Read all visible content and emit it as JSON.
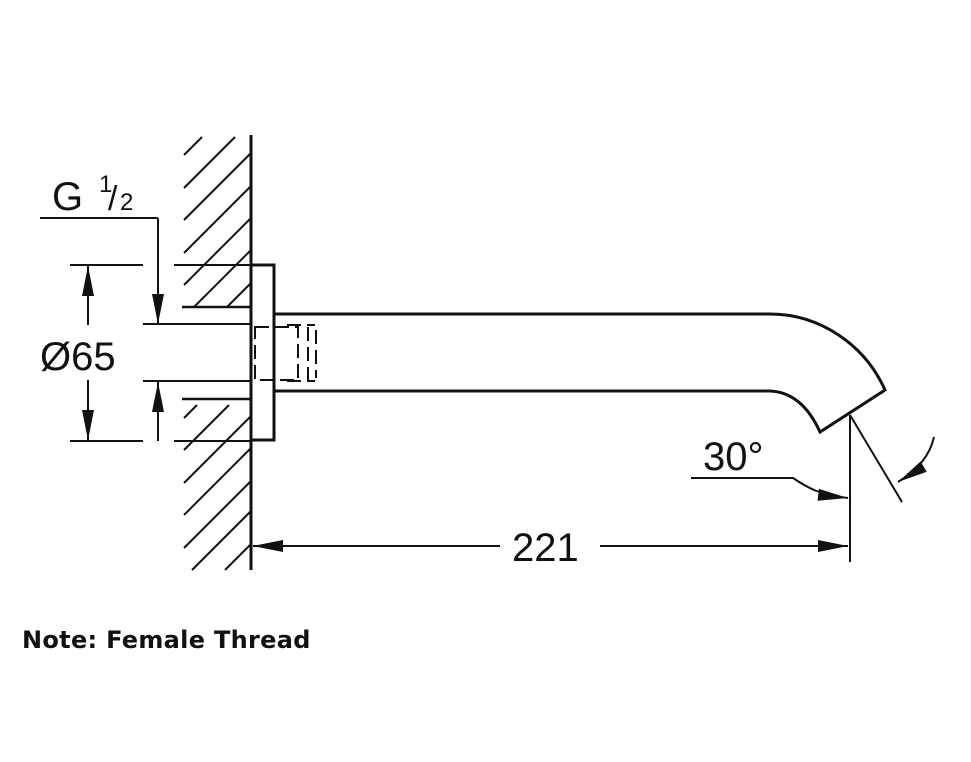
{
  "drawing": {
    "thread_label": "G",
    "thread_fraction_num": "1",
    "thread_fraction_sep": "/",
    "thread_fraction_den": "2",
    "diameter_label": "Ø65",
    "angle_label": "30°",
    "length_label": "221",
    "line_color": "#111111"
  },
  "note": "Note: Female Thread"
}
